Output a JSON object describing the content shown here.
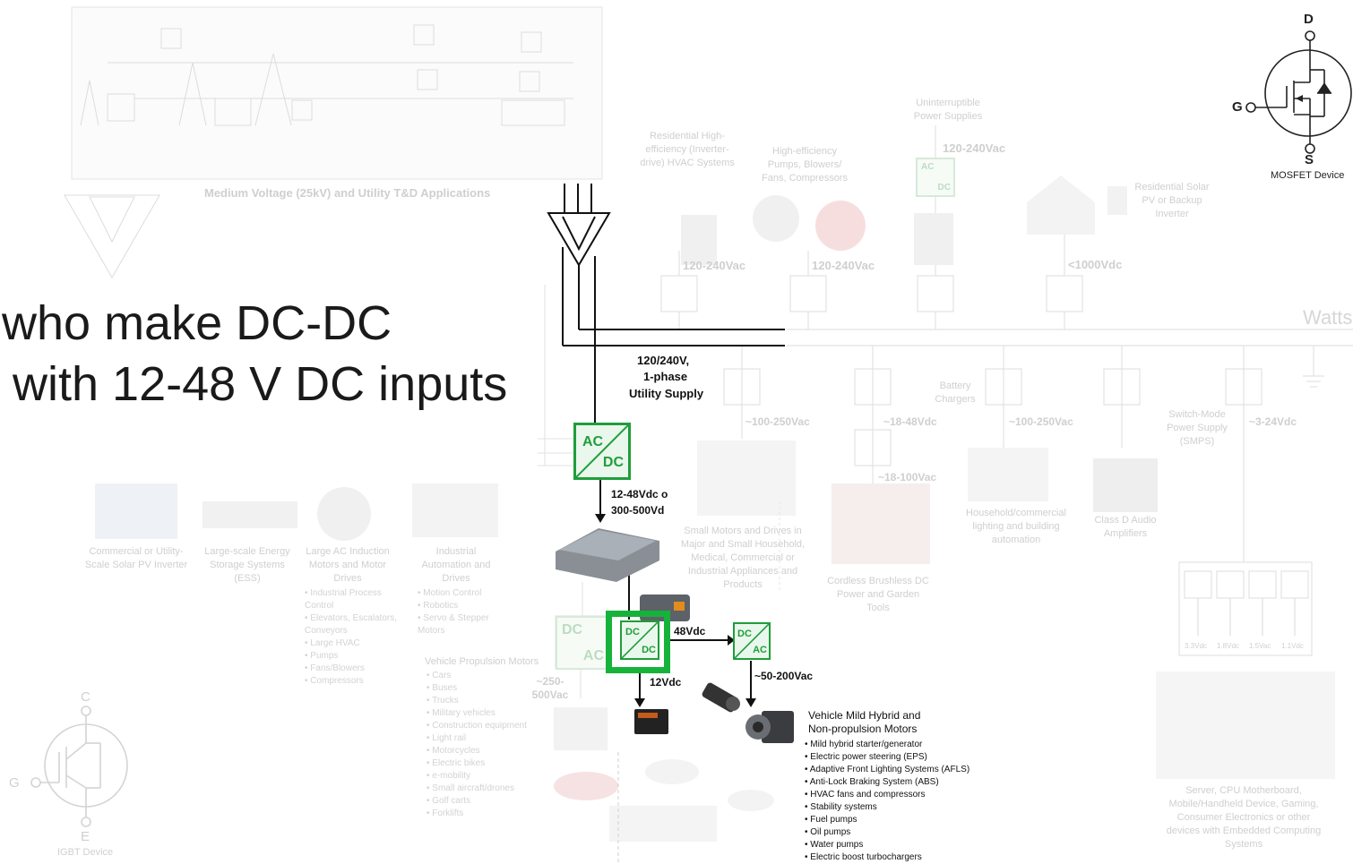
{
  "headline": {
    "line1": "s who make DC-DC",
    "line2": "with 12-48 V DC inputs"
  },
  "mosfet": {
    "d": "D",
    "g": "G",
    "s": "S",
    "caption": "MOSFET Device"
  },
  "igbt": {
    "c": "C",
    "g": "G",
    "e": "E",
    "caption": "IGBT Device"
  },
  "faded_top": {
    "title": "Medium Voltage (25kV) and Utility T&D Applications",
    "ups": "Uninterruptible Power Supplies",
    "hvac": "Residential High-efficiency (Inverter-drive) HVAC Systems",
    "pumps": "High-efficiency Pumps, Blowers/ Fans, Compressors",
    "solar": "Residential Solar PV or Backup Inverter",
    "v1": "120-240Vac",
    "v2": "120-240Vac",
    "v3": "120-240Vac",
    "v4": "<1000Vdc",
    "watts": "Watts"
  },
  "utility": {
    "l1": "120/240V,",
    "l2": "1-phase",
    "l3": "Utility Supply"
  },
  "faded_mid": {
    "v1": "~100-250Vac",
    "v2": "~18-48Vdc",
    "v3": "~18-100Vac",
    "v4": "~100-250Vac",
    "v5": "~3-24Vdc",
    "battery": "Battery Chargers",
    "smps": "Switch-Mode Power Supply (SMPS)",
    "motors": "Small Motors and Drives in Major and Small Household, Medical, Commercial or Industrial Appliances and Products",
    "cordless": "Cordless Brushless DC Power and Garden Tools",
    "lighting": "Household/commercial lighting and building automation",
    "audio": "Class D Audio Amplifiers",
    "server": "Server, CPU Motherboard, Mobile/Handheld Device, Gaming, Consumer Electronics or other devices with Embedded Computing Systems",
    "pol": [
      "3.3Vdc",
      "1.8Vdc",
      "1.5Vac",
      "1.1Vdc"
    ]
  },
  "faded_left": {
    "solar": "Commercial or Utility-Scale Solar PV Inverter",
    "ess": "Large-scale Energy Storage Systems (ESS)",
    "induction": "Large AC Induction Motors and Motor Drives",
    "induction_list": [
      "Industrial Process Control",
      "Elevators, Escalators, Conveyors",
      "Large HVAC",
      "Pumps",
      "Fans/Blowers",
      "Compressors"
    ],
    "industrial": "Industrial Automation and Drives",
    "industrial_list": [
      "Motion Control",
      "Robotics",
      "Servo & Stepper Motors"
    ],
    "propulsion": "Vehicle Propulsion Motors",
    "propulsion_list": [
      "Cars",
      "Buses",
      "Trucks",
      "Military vehicles",
      "Construction equipment",
      "Light rail",
      "Motorcycles",
      "Electric bikes",
      "e-mobility",
      "Small aircraft/drones",
      "Golf carts",
      "Forklifts"
    ],
    "v250": "~250-500Vac"
  },
  "converters": {
    "acdc": {
      "top": "AC",
      "bottom": "DC"
    },
    "dcdc": {
      "top": "DC",
      "bottom": "DC"
    },
    "dcac": {
      "top": "DC",
      "bottom": "AC"
    }
  },
  "labels": {
    "batt_v1": "12-48Vdc o",
    "batt_v2": "300-500Vd",
    "v48": "48Vdc",
    "v12": "12Vdc",
    "v50": "~50-200Vac"
  },
  "vehicle": {
    "title1": "Vehicle Mild Hybrid and",
    "title2": "Non-propulsion Motors",
    "items": [
      "Mild hybrid starter/generator",
      "Electric power steering (EPS)",
      "Adaptive Front Lighting Systems (AFLS)",
      "Anti-Lock Braking System (ABS)",
      "HVAC fans and compressors",
      "Stability systems",
      "Fuel pumps",
      "Oil pumps",
      "Water pumps",
      "Electric boost turbochargers"
    ]
  },
  "colors": {
    "accent": "#1f9e3a",
    "highlight": "#16b33a"
  }
}
